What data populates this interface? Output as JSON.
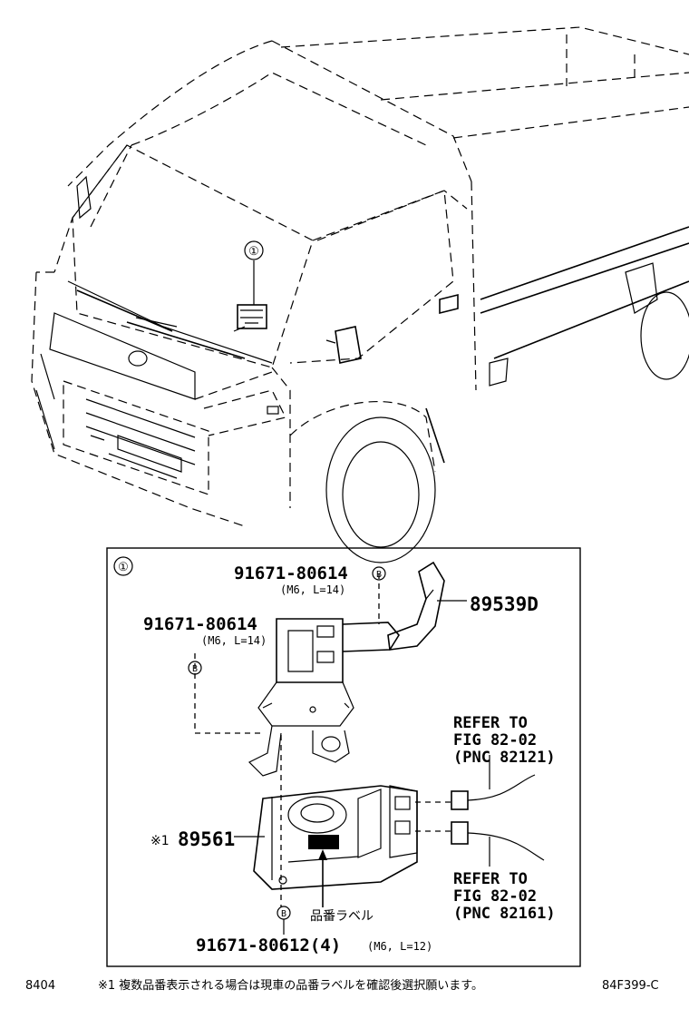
{
  "callout_marker": "①",
  "parts": {
    "bolt_b_upper": {
      "number": "91671-80614",
      "spec": "(M6, L=14)",
      "badge": "B"
    },
    "bolt_b_left": {
      "number": "91671-80614",
      "spec": "(M6, L=14)",
      "badge": "B"
    },
    "bracket": {
      "number": "89539D"
    },
    "ecu": {
      "number": "89561",
      "note_mark": "※1"
    },
    "bolt_bottom": {
      "number": "91671-80612(4)",
      "spec": "(M6, L=12)",
      "badge": "B"
    }
  },
  "references": [
    {
      "line1": "REFER TO",
      "line2": "FIG 82-02",
      "line3": "(PNC 82121)"
    },
    {
      "line1": "REFER TO",
      "line2": "FIG 82-02",
      "line3": "(PNC 82161)"
    }
  ],
  "label_callout": "品番ラベル",
  "footer": {
    "left_code": "8404",
    "note": "※1 複数品番表示される場合は現車の品番ラベルを確認後選択願います。",
    "right_code": "84F399-C"
  }
}
